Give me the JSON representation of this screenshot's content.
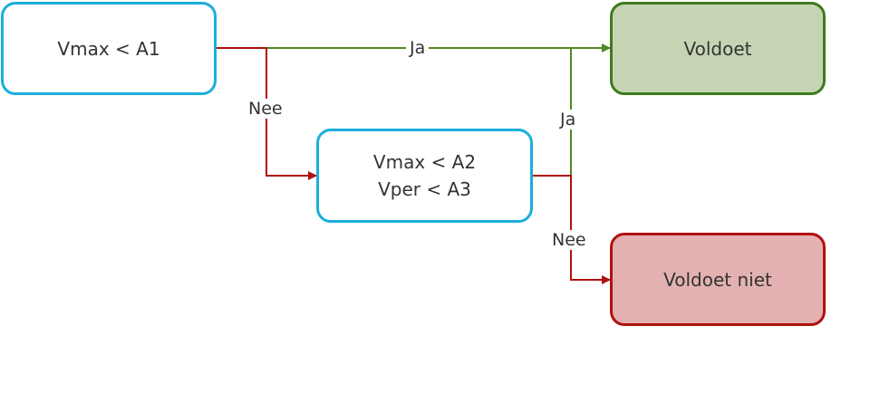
{
  "nodes": {
    "decision1": {
      "lines": [
        "Vmax < A1"
      ]
    },
    "decision2": {
      "lines": [
        "Vmax < A2",
        "Vper < A3"
      ]
    },
    "pass": {
      "text": "Voldoet"
    },
    "fail": {
      "text": "Voldoet niet"
    }
  },
  "edges": {
    "d1_yes": "Ja",
    "d1_no": "Nee",
    "d2_yes": "Ja",
    "d2_no": "Nee"
  },
  "colors": {
    "decision_border": "#1aaedc",
    "yes_line": "#4e8a22",
    "no_line": "#b01010",
    "pass_fill": "#c5d5b3",
    "pass_border": "#3f7a1c",
    "fail_fill": "#e3b1b1",
    "fail_border": "#b01010"
  }
}
